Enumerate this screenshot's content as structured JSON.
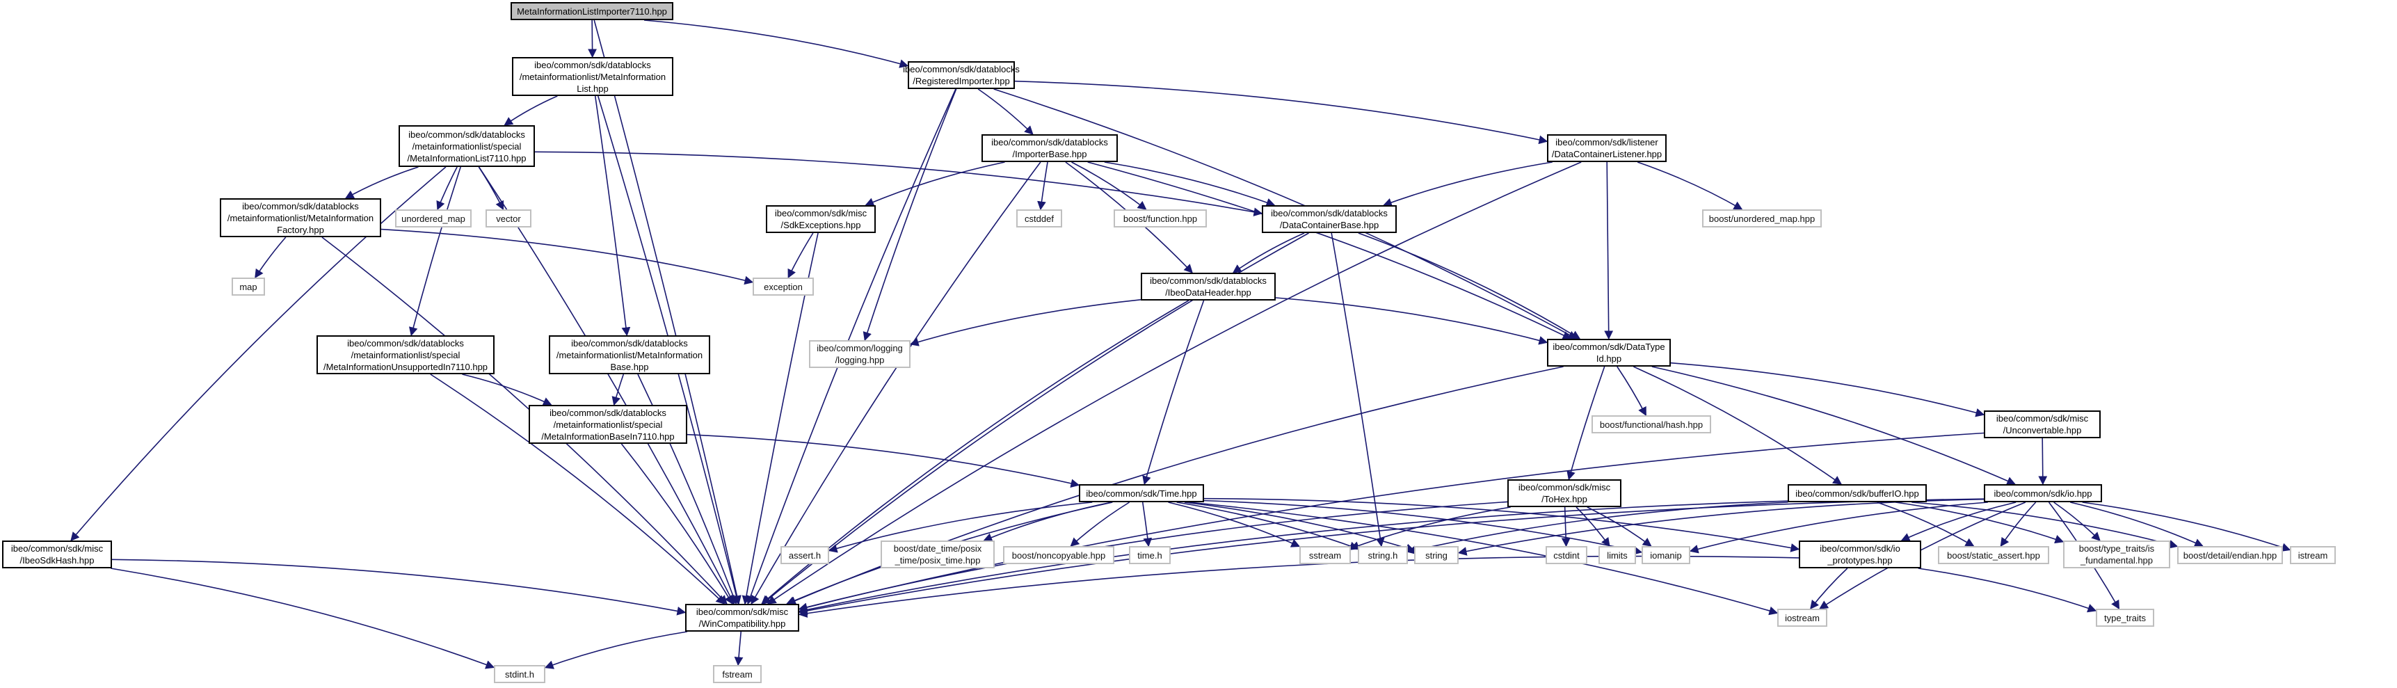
{
  "colors": {
    "edge": "#191970",
    "box_border": "#000000",
    "external_border": "#bfbfbf",
    "root_fill": "#bfbfbf",
    "background": "#ffffff"
  },
  "nodes": {
    "root": "MetaInformationListImporter7110.hpp",
    "metainfolist": "ibeo/common/sdk/datablocks\n/metainformationlist/MetaInformation\nList.hpp",
    "registeredimporter": "ibeo/common/sdk/datablocks\n/RegisteredImporter.hpp",
    "metainfolist7110": "ibeo/common/sdk/datablocks\n/metainformationlist/special\n/MetaInformationList7110.hpp",
    "importerbase": "ibeo/common/sdk/datablocks\n/ImporterBase.hpp",
    "datacontainerlistener": "ibeo/common/sdk/listener\n/DataContainerListener.hpp",
    "metainfofactory": "ibeo/common/sdk/datablocks\n/metainformationlist/MetaInformation\nFactory.hpp",
    "unordered_map": "unordered_map",
    "vector": "vector",
    "sdkexceptions": "ibeo/common/sdk/misc\n/SdkExceptions.hpp",
    "cstddef": "cstddef",
    "boost_function": "boost/function.hpp",
    "datacontainerbase": "ibeo/common/sdk/datablocks\n/DataContainerBase.hpp",
    "boost_unordered_map": "boost/unordered_map.hpp",
    "map": "map",
    "exception": "exception",
    "ibeodataheader": "ibeo/common/sdk/datablocks\n/IbeoDataHeader.hpp",
    "metainfounsupported": "ibeo/common/sdk/datablocks\n/metainformationlist/special\n/MetaInformationUnsupportedIn7110.hpp",
    "metainfobase": "ibeo/common/sdk/datablocks\n/metainformationlist/MetaInformation\nBase.hpp",
    "logging": "ibeo/common/logging\n/logging.hpp",
    "datatypeid": "ibeo/common/sdk/DataType\nId.hpp",
    "metainfobase7110": "ibeo/common/sdk/datablocks\n/metainformationlist/special\n/MetaInformationBaseIn7110.hpp",
    "functional_hash": "boost/functional/hash.hpp",
    "unconvertable": "ibeo/common/sdk/misc\n/Unconvertable.hpp",
    "time": "ibeo/common/sdk/Time.hpp",
    "tohex": "ibeo/common/sdk/misc\n/ToHex.hpp",
    "bufferio": "ibeo/common/sdk/bufferIO.hpp",
    "io": "ibeo/common/sdk/io.hpp",
    "ibeosdkhash": "ibeo/common/sdk/misc\n/IbeoSdkHash.hpp",
    "asserth": "assert.h",
    "posix_time": "boost/date_time/posix\n_time/posix_time.hpp",
    "noncopyable": "boost/noncopyable.hpp",
    "timeh": "time.h",
    "sstream": "sstream",
    "stringh": "string.h",
    "string": "string",
    "io_prototypes": "ibeo/common/sdk/io\n_prototypes.hpp",
    "cstdint": "cstdint",
    "limits": "limits",
    "iomanip": "iomanip",
    "static_assert": "boost/static_assert.hpp",
    "is_fundamental": "boost/type_traits/is\n_fundamental.hpp",
    "endian": "boost/detail/endian.hpp",
    "istream": "istream",
    "wincompat": "ibeo/common/sdk/misc\n/WinCompatibility.hpp",
    "iostream": "iostream",
    "type_traits": "type_traits",
    "stdinth": "stdint.h",
    "fstream": "fstream"
  }
}
